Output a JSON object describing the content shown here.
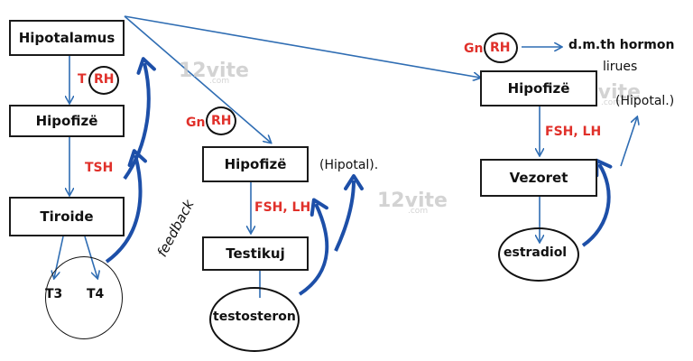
{
  "left": {
    "hipotalamus": "Hipotalamus",
    "trh_prefix": "T",
    "trh_rh": "RH",
    "hipofize": "Hipofizë",
    "tsh": "TSH",
    "tiroide": "Tiroide",
    "t3": "T3",
    "t4": "T4"
  },
  "feedback": "feedback",
  "middle": {
    "gn": "Gn",
    "rh": "RH",
    "hipofize": "Hipofizë",
    "hipotal": "(Hipotal).",
    "fsh_lh": "FSH, LH",
    "testikuj": "Testikuj",
    "testosteron": "testosteron"
  },
  "right": {
    "gn": "Gn",
    "rh": "RH",
    "note_line1": "d.m.th hormon",
    "note_line2": "lirues",
    "hipofize": "Hipofizë",
    "hipotal": "(Hipotal.)",
    "fsh_lh": "FSH, LH",
    "vezoret": "Vezoret",
    "estradiol": "estradiol"
  },
  "watermark": "12vite",
  "watermark_sub": ".com",
  "colors": {
    "arrow": "#2f6db3",
    "feedback": "#1d4fa8",
    "text_red": "#e0302a"
  }
}
